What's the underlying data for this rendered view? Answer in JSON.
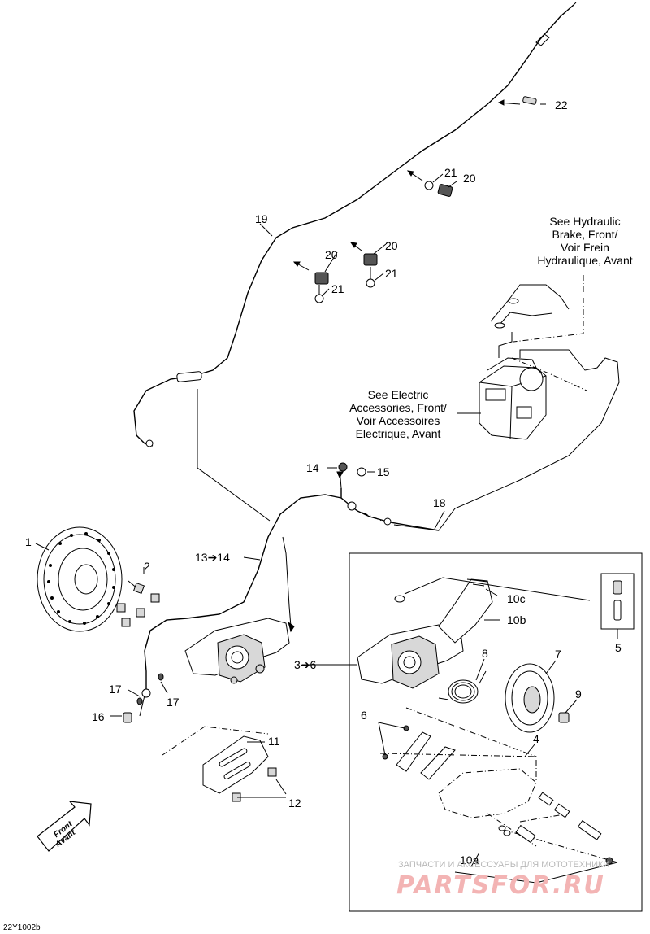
{
  "callouts": {
    "c1": "1",
    "c2": "2",
    "c3to6": "3➔6",
    "c4": "4",
    "c5": "5",
    "c6": "6",
    "c7": "7",
    "c8": "8",
    "c9": "9",
    "c10a": "10a",
    "c10b": "10b",
    "c10c": "10c",
    "c11": "11",
    "c12": "12",
    "c13to14": "13➔14",
    "c14": "14",
    "c15": "15",
    "c16": "16",
    "c17a": "17",
    "c17b": "17",
    "c18": "18",
    "c19": "19",
    "c20a": "20",
    "c20b": "20",
    "c20c": "20",
    "c21a": "21",
    "c21b": "21",
    "c21c": "21",
    "c22": "22"
  },
  "notes": {
    "hydraulic": [
      "See Hydraulic",
      "Brake, Front/",
      "Voir Frein",
      "Hydraulique, Avant"
    ],
    "electric": [
      "See Electric",
      "Accessories, Front/",
      "Voir Accessoires",
      "Electrique, Avant"
    ]
  },
  "front_arrow": [
    "Front",
    "Avant"
  ],
  "drawing_code": "22Y1002b",
  "watermark": {
    "line1": "ЗАПЧАСТИ И АКСЕССУАРЫ ДЛЯ МОТОТЕХНИКИ",
    "line2": "PARTSFOR.RU"
  }
}
